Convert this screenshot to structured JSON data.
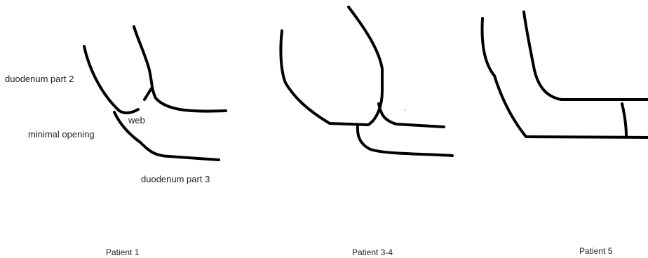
{
  "panels": [
    {
      "caption": "Patient 1",
      "labels": {
        "part2": "duodenum part 2",
        "web": "web",
        "opening": "minimal opening",
        "part3": "duodenum part 3"
      }
    },
    {
      "caption": "Patient 3-4"
    },
    {
      "caption": "Patient 5"
    }
  ]
}
